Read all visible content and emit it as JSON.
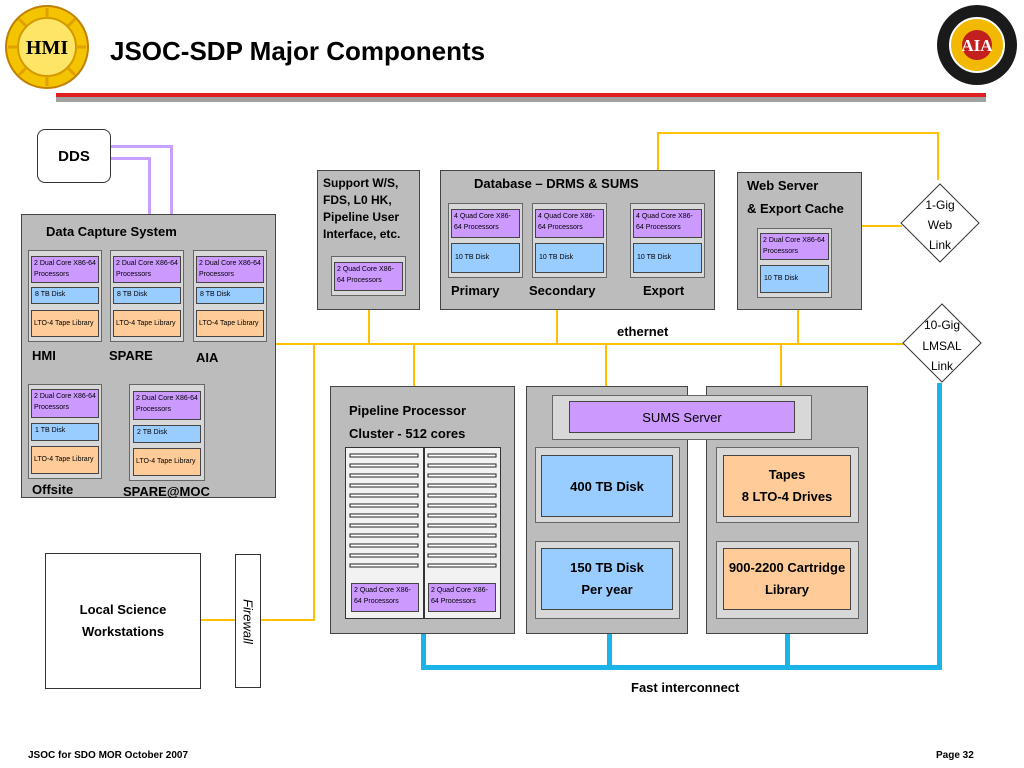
{
  "page": {
    "title": "JSOC-SDP  Major Components",
    "footer_left": "JSOC for SDO MOR October 2007",
    "footer_right": "Page 32",
    "logo_left_text": "HMI",
    "logo_right_text": "AIA"
  },
  "dds": {
    "label": "DDS"
  },
  "data_capture": {
    "title": "Data Capture System",
    "units": [
      {
        "name": "HMI",
        "proc": "2 Dual Core X86-64 Processors",
        "disk": "8 TB Disk",
        "tape": "LTO-4 Tape Library"
      },
      {
        "name": "SPARE",
        "proc": "2 Dual Core X86-64 Processors",
        "disk": "8 TB Disk",
        "tape": "LTO-4 Tape Library"
      },
      {
        "name": "AIA",
        "proc": "2 Dual Core X86-64 Processors",
        "disk": "8 TB Disk",
        "tape": "LTO-4 Tape Library"
      },
      {
        "name": "Offsite",
        "proc": "2 Dual Core X86-64 Processors",
        "disk": "1 TB Disk",
        "tape": "LTO-4 Tape Library"
      },
      {
        "name": "SPARE@MOC",
        "proc": "2 Dual Core X86-64 Processors",
        "disk": "2 TB Disk",
        "tape": "LTO-4 Tape Library"
      }
    ]
  },
  "support": {
    "label": "Support W/S, FDS, L0 HK, Pipeline User Interface, etc.",
    "proc": "2 Quad Core X86-64 Processors"
  },
  "database": {
    "title": "Database – DRMS & SUMS",
    "nodes": [
      {
        "name": "Primary",
        "proc": "4 Quad Core X86-64 Processors",
        "disk": "10 TB Disk"
      },
      {
        "name": "Secondary",
        "proc": "4 Quad Core X86-64 Processors",
        "disk": "10 TB Disk"
      },
      {
        "name": "Export",
        "proc": "4 Quad Core X86-64 Processors",
        "disk": "10 TB Disk"
      }
    ]
  },
  "web_server": {
    "title_line1": "Web Server",
    "title_line2": "& Export Cache",
    "proc": "2 Dual Core X86-64 Processors",
    "disk": "10 TB Disk"
  },
  "links": {
    "gig1": [
      "1-Gig",
      "Web",
      "Link"
    ],
    "gig10": [
      "10-Gig",
      "LMSAL",
      "Link"
    ],
    "ethernet": "ethernet",
    "fast": "Fast interconnect"
  },
  "pipeline": {
    "title_line1": "Pipeline Processor",
    "title_line2": "Cluster - 512 cores",
    "proc_left": "2 Quad Core X86-64 Processors",
    "proc_right": "2 Quad Core X86-64 Processors"
  },
  "sums": {
    "server": "SUMS Server",
    "disk1": "400 TB Disk",
    "disk2_line1": "150 TB Disk",
    "disk2_line2": "Per year",
    "tapes_line1": "Tapes",
    "tapes_line2": "8 LTO-4 Drives",
    "library_line1": "900-2200 Cartridge",
    "library_line2": "Library"
  },
  "local": {
    "line1": "Local Science",
    "line2": "Workstations",
    "firewall": "Firewall"
  },
  "colors": {
    "ethernet_line": "#ffc000",
    "fast_line": "#1ab4e8",
    "dds_line": "#c8a0ff",
    "purple": "#cc99ff",
    "blue": "#99ccff",
    "orange": "#ffcc99"
  }
}
